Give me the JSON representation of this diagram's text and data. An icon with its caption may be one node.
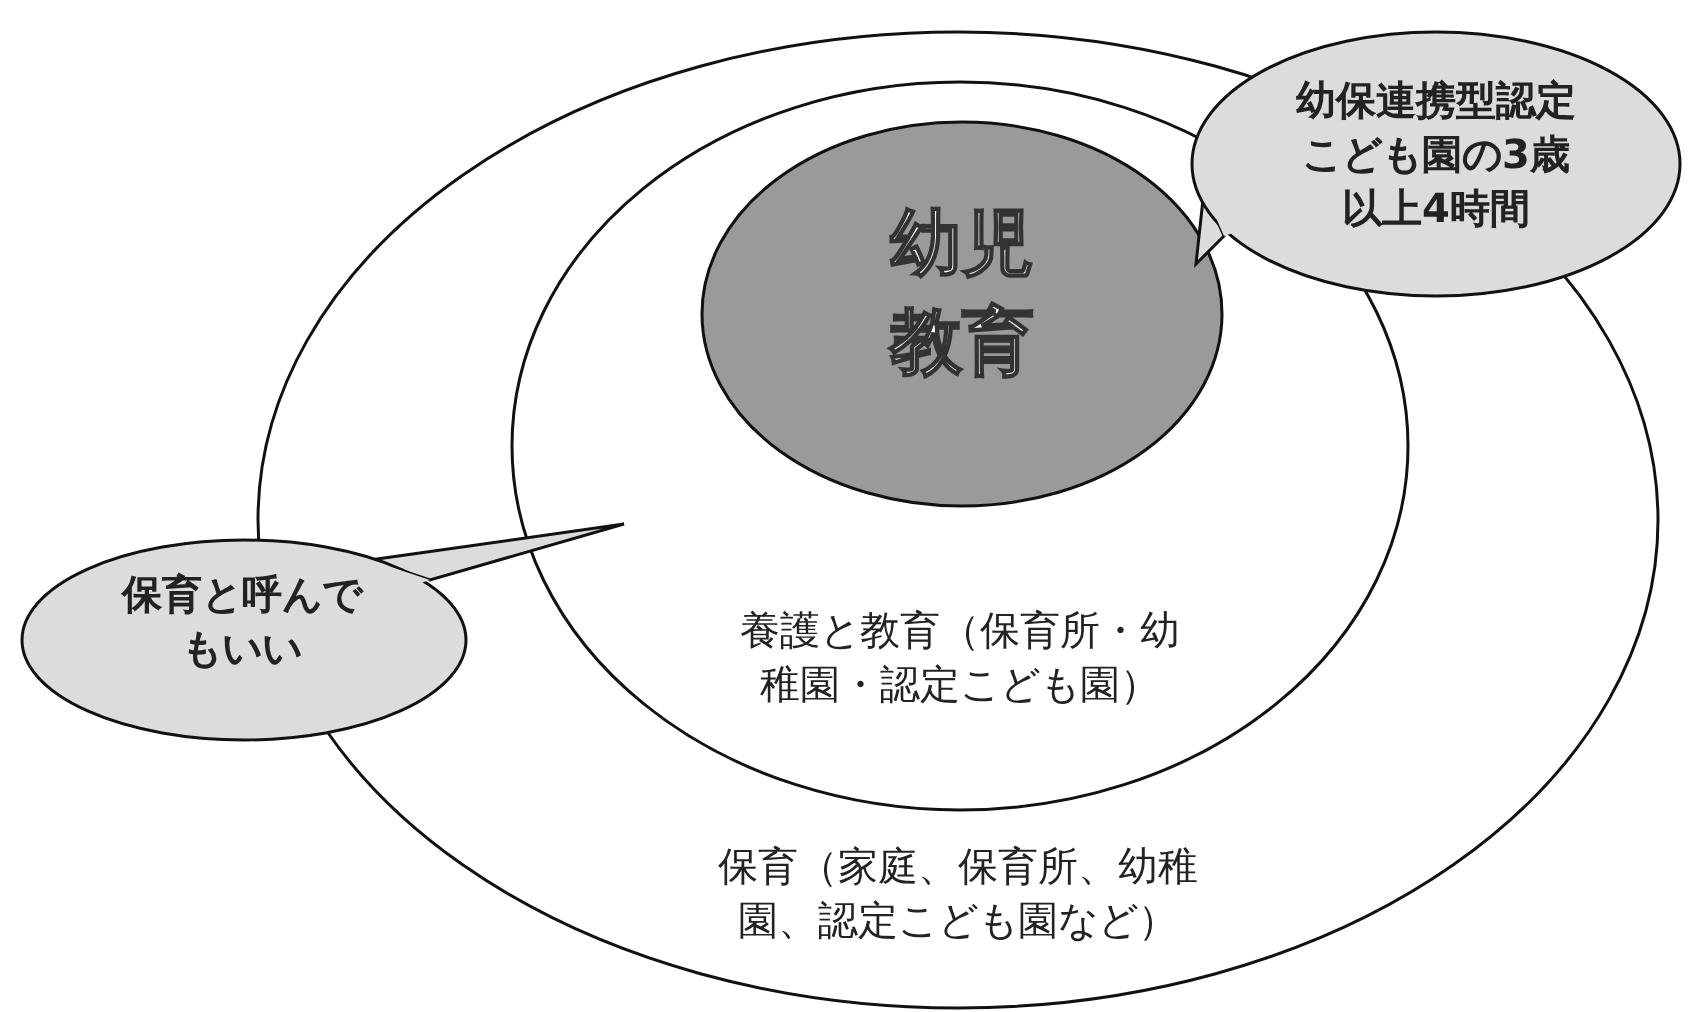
{
  "diagram": {
    "nodes": [
      {
        "text": [
          "保育（家庭、保育所、幼稚園、認定こども園など）"
        ]
      },
      {
        "text": [
          "養護と教育（保育所・幼稚園・認定こども園）"
        ],
        "in": 0
      },
      {
        "text": [
          "幼児教育"
        ],
        "in": 1
      },
      {
        "text": [
          "幼保連携型認定こども園の3歳以上4時間"
        ]
      },
      {
        "text": [
          "保育と呼んでもいい"
        ]
      }
    ]
  }
}
